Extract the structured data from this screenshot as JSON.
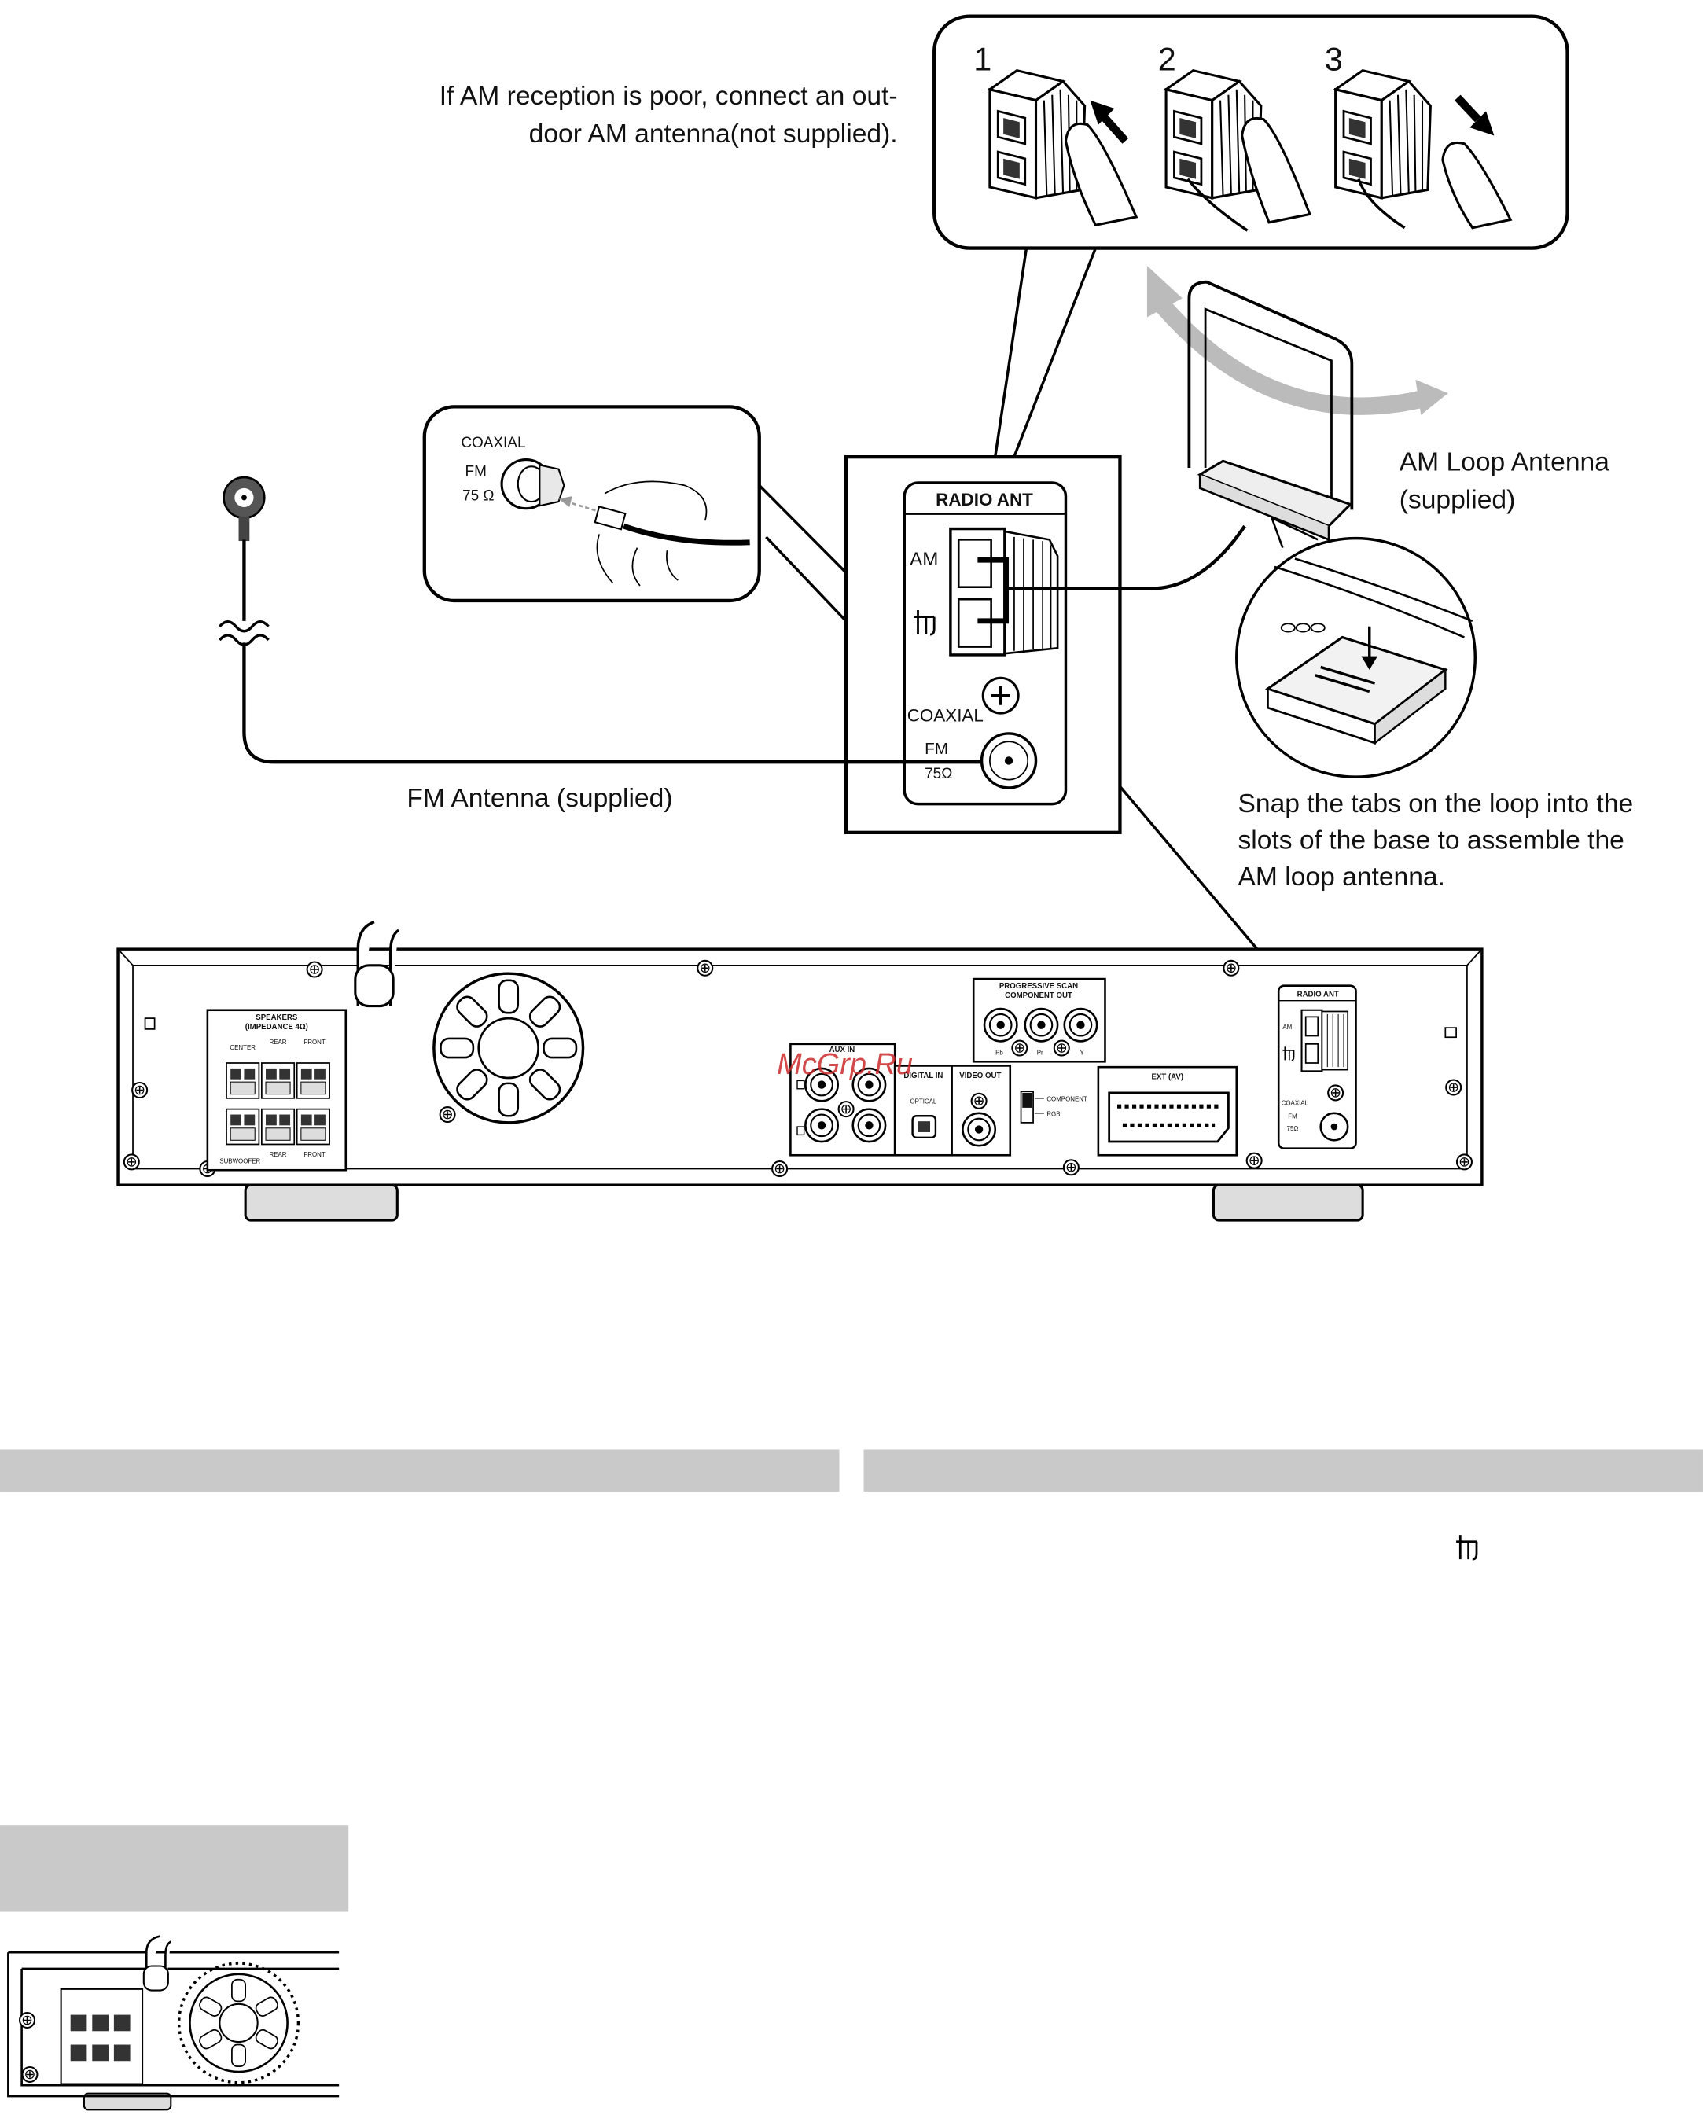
{
  "am_note": {
    "line1": "If AM reception is poor, connect an out-",
    "line2": "door AM antenna(not supplied)."
  },
  "steps": [
    "1",
    "2",
    "3"
  ],
  "fm_inset": {
    "coaxial": "COAXIAL",
    "fm": "FM",
    "ohms": "75 Ω"
  },
  "radio_ant_panel": {
    "title": "RADIO ANT",
    "am": "AM",
    "coaxial": "COAXIAL",
    "fm": "FM",
    "ohms": "75Ω"
  },
  "am_loop": {
    "line1": "AM Loop Antenna",
    "line2": "(supplied)"
  },
  "fm_antenna_label": "FM Antenna (supplied)",
  "snap_note": {
    "line1": "Snap the tabs on the loop into the",
    "line2": "slots of the base to assemble the",
    "line3": "AM loop antenna."
  },
  "rear_panel": {
    "speakers_title": "SPEAKERS",
    "speakers_impedance": "(IMPEDANCE 4Ω)",
    "center": "CENTER",
    "rear_top": "REAR",
    "front_top": "FRONT",
    "subwoofer": "SUBWOOFER",
    "rear_bottom": "REAR",
    "front_bottom": "FRONT",
    "prog_scan_1": "PROGRESSIVE SCAN",
    "prog_scan_2": "COMPONENT OUT",
    "pb": "Pb",
    "pr": "Pr",
    "y": "Y",
    "aux_in": "AUX IN",
    "digital_in": "DIGITAL IN",
    "optical": "OPTICAL",
    "video_out": "VIDEO OUT",
    "switch_component": "COMPONENT",
    "switch_rgb": "RGB",
    "ext_av": "EXT (AV)",
    "radio_ant": "RADIO ANT",
    "am": "AM",
    "coaxial": "COAXIAL",
    "fm": "FM",
    "ohms": "75Ω"
  },
  "watermark": "McGrp.Ru",
  "colors": {
    "section_bar": "#c9c9c9",
    "rotate_arrow": "#b8b8b8",
    "watermark": "#cc2a2a",
    "panel_fill": "#ffffff"
  },
  "icons": [
    "loop-antenna-icon",
    "screw-icon",
    "jack-icon",
    "finger-icon",
    "arrow-icon",
    "fan-grille-icon"
  ]
}
